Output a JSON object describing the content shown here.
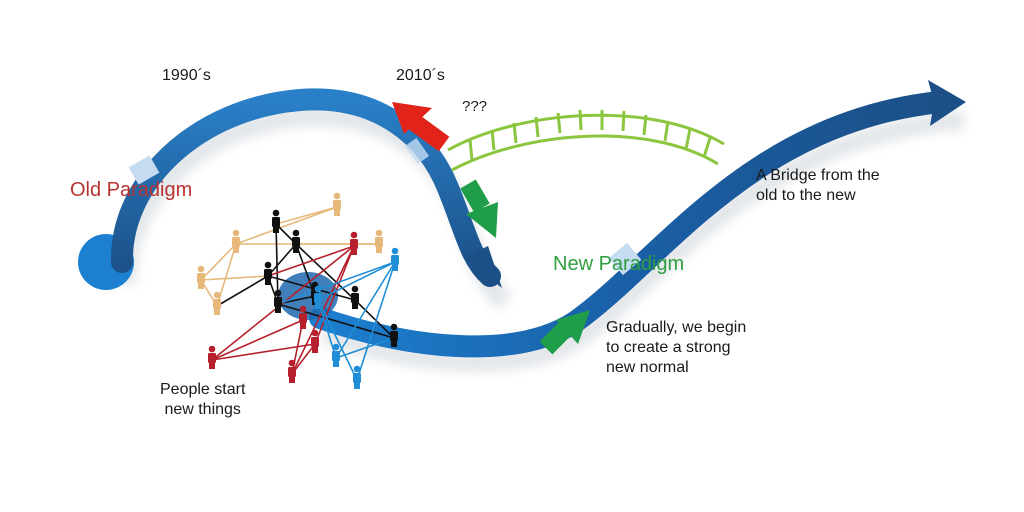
{
  "labels": {
    "year_1990": "1990´s",
    "year_2010": "2010´s",
    "question": "???",
    "old_paradigm": "Old Paradigm",
    "new_paradigm": "New Paradigm",
    "bridge": [
      "A Bridge from the",
      "old to the new"
    ],
    "gradually": [
      "Gradually, we begin",
      "to create a strong",
      "new normal"
    ],
    "people": [
      "People start",
      "new things"
    ]
  },
  "colors": {
    "path_blue": "#1e68ad",
    "path_dark": "#1b4f86",
    "highlight": "#c6dcf2",
    "old_paradigm": "#b83232",
    "new_paradigm": "#2f9e3f",
    "bridge_green": "#8cc63f",
    "arrow_red": "#e2231a",
    "arrow_green": "#1f9d48",
    "person_tan": "#e6b87a",
    "person_black": "#111111",
    "person_red": "#b5202c",
    "person_blue": "#1f8ed6"
  }
}
